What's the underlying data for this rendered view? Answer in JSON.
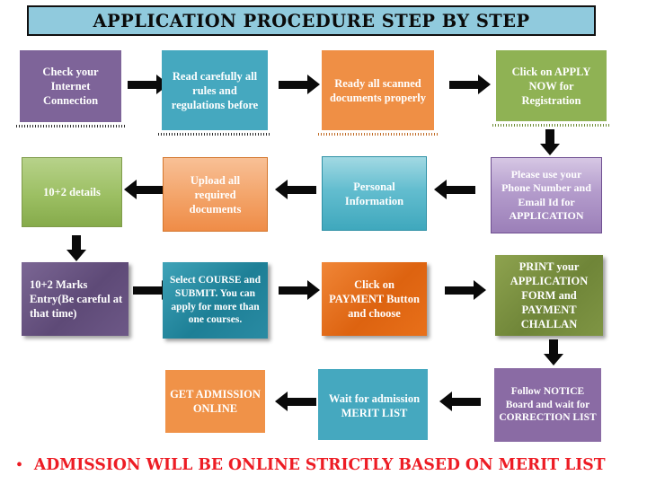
{
  "header": {
    "title": "APPLICATION PROCEDURE STEP BY STEP",
    "background_color": "#90cadd",
    "border_color": "#101010",
    "text_color": "#0b0b0b"
  },
  "footer": {
    "bullet": "•",
    "text": "ADMISSION WILL BE ONLINE STRICTLY BASED ON MERIT LIST",
    "color": "#ed1c24"
  },
  "flow": {
    "rows": [
      {
        "direction": "left-to-right",
        "steps": [
          {
            "id": "step-1",
            "label": "Check your Internet Connection",
            "color": "#7e6499"
          },
          {
            "id": "step-2",
            "label": "Read carefully all rules and regulations before",
            "color": "#45a8bf"
          },
          {
            "id": "step-3",
            "label": "Ready all scanned documents properly",
            "color": "#ef8f45"
          },
          {
            "id": "step-4",
            "label": "Click on APPLY NOW for Registration",
            "color": "#8fb254"
          }
        ]
      },
      {
        "direction": "right-to-left",
        "steps": [
          {
            "id": "step-8",
            "label": "10+2 details",
            "color": "#9cbf63"
          },
          {
            "id": "step-7",
            "label": "Upload all required documents",
            "color": "#f3a368"
          },
          {
            "id": "step-6",
            "label": "Personal Information",
            "color": "#5cb5c9"
          },
          {
            "id": "step-5",
            "label": "Please use your Phone Number and Email Id for APPLICATION",
            "color": "#a288bd"
          }
        ]
      },
      {
        "direction": "left-to-right",
        "steps": [
          {
            "id": "step-9",
            "label": "10+2 Marks Entry(Be careful at that time)",
            "color": "#6b5683"
          },
          {
            "id": "step-10",
            "label": "Select COURSE and SUBMIT. You can apply for more than one courses.",
            "color": "#2a8ba3"
          },
          {
            "id": "step-11",
            "label": "Click on PAYMENT Button and choose",
            "color": "#e8701a"
          },
          {
            "id": "step-12",
            "label": "PRINT your APPLICATION FORM and PAYMENT CHALLAN",
            "color": "#7f9544"
          }
        ]
      },
      {
        "direction": "right-to-left",
        "steps": [
          {
            "id": "step-15",
            "label": "GET ADMISSION ONLINE",
            "color": "#f09248"
          },
          {
            "id": "step-14",
            "label": "Wait for admission MERIT LIST",
            "color": "#45a8bf"
          },
          {
            "id": "step-13",
            "label": "Follow NOTICE Board and wait for CORRECTION LIST",
            "color": "#8a6ba4"
          }
        ]
      }
    ],
    "connectors": [
      {
        "id": "arrow-1-2",
        "type": "right"
      },
      {
        "id": "arrow-2-3",
        "type": "right"
      },
      {
        "id": "arrow-3-4",
        "type": "right"
      },
      {
        "id": "arrow-4-5",
        "type": "down"
      },
      {
        "id": "arrow-5-6",
        "type": "left"
      },
      {
        "id": "arrow-6-7",
        "type": "left"
      },
      {
        "id": "arrow-7-8",
        "type": "left"
      },
      {
        "id": "arrow-8-9",
        "type": "down"
      },
      {
        "id": "arrow-9-10",
        "type": "right"
      },
      {
        "id": "arrow-10-11",
        "type": "right"
      },
      {
        "id": "arrow-11-12",
        "type": "right"
      },
      {
        "id": "arrow-12-13",
        "type": "down"
      },
      {
        "id": "arrow-13-14",
        "type": "left"
      },
      {
        "id": "arrow-14-15",
        "type": "left"
      }
    ]
  }
}
